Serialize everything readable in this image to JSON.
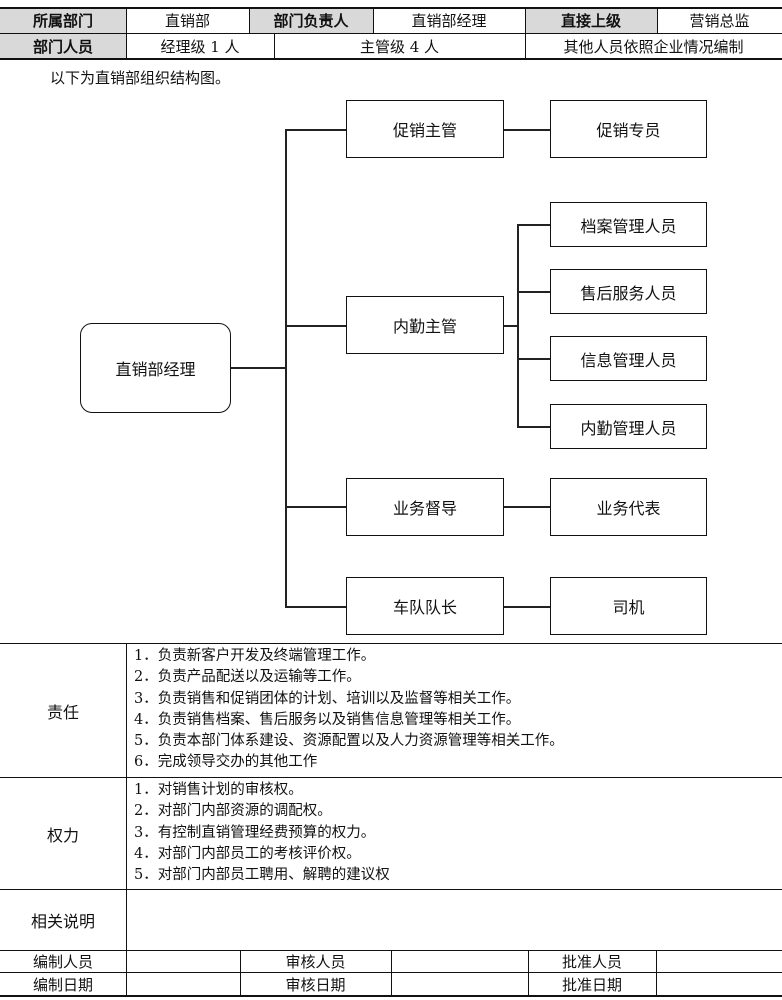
{
  "header": {
    "dept_label": "所属部门",
    "dept_value": "直销部",
    "head_label": "部门负责人",
    "head_value": "直销部经理",
    "superior_label": "直接上级",
    "superior_value": "营销总监",
    "staff_label": "部门人员",
    "staff_manager": "经理级 1 人",
    "staff_supervisor": "主管级 4 人",
    "staff_other": "其他人员依照企业情况编制"
  },
  "intro": "以下为直销部组织结构图。",
  "org": {
    "root": "直销部经理",
    "supervisors": [
      "促销主管",
      "内勤主管",
      "业务督导",
      "车队队长"
    ],
    "promo_staff": "促销专员",
    "office_staff": [
      "档案管理人员",
      "售后服务人员",
      "信息管理人员",
      "内勤管理人员"
    ],
    "biz_staff": "业务代表",
    "fleet_staff": "司机"
  },
  "responsibility": {
    "label": "责任",
    "items": [
      "1．负责新客户开发及终端管理工作。",
      "2．负责产品配送以及运输等工作。",
      "3．负责销售和促销团体的计划、培训以及监督等相关工作。",
      "4．负责销售档案、售后服务以及销售信息管理等相关工作。",
      "5．负责本部门体系建设、资源配置以及人力资源管理等相关工作。",
      "6．完成领导交办的其他工作"
    ]
  },
  "authority": {
    "label": "权力",
    "items": [
      "1．对销售计划的审核权。",
      "2．对部门内部资源的调配权。",
      "3．有控制直销管理经费预算的权力。",
      "4．对部门内部员工的考核评价权。",
      "5．对部门内部员工聘用、解聘的建议权"
    ]
  },
  "notes": {
    "label": "相关说明"
  },
  "footer": {
    "editor": "编制人员",
    "reviewer": "审核人员",
    "approver": "批准人员",
    "edit_date": "编制日期",
    "review_date": "审核日期",
    "approve_date": "批准日期"
  }
}
